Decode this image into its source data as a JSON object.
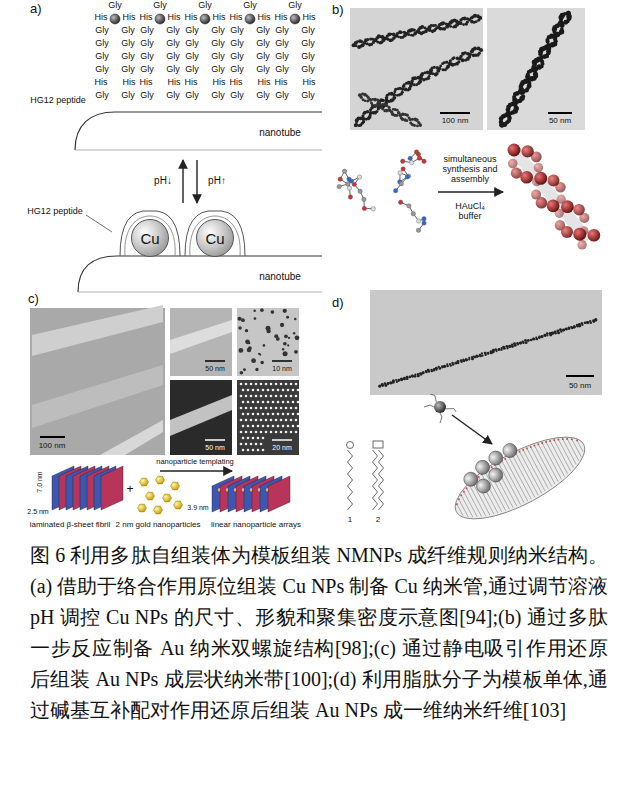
{
  "diagram": {
    "caption": "图 6 利用多肽自组装体为模板组装 NMNPs 成纤维规则纳米结构。(a) 借助于络合作用原位组装 Cu NPs 制备 Cu 纳米管,通过调节溶液 pH 调控 Cu NPs 的尺寸、形貌和聚集密度示意图[94];(b) 通过多肽一步反应制备 Au 纳米双螺旋结构[98];(c) 通过静电吸引作用还原后组装 Au NPs 成层状纳米带[100];(d) 利用脂肽分子为模板单体,通过碱基互补配对作用还原后组装 Au NPs 成一维纳米纤维[103]",
    "nodes": [
      {
        "text": [
          "Cu"
        ]
      },
      {
        "text": [
          "Cu"
        ]
      }
    ],
    "labels": [
      "a)",
      "Gly",
      "His",
      "His",
      "Gly",
      "Gly",
      "Gly",
      "Gly",
      "Gly",
      "Gly",
      "Gly",
      "Gly",
      "His",
      "His",
      "Gly",
      "Gly",
      "Gly",
      "His",
      "His",
      "Gly",
      "Gly",
      "Gly",
      "Gly",
      "Gly",
      "Gly",
      "Gly",
      "Gly",
      "His",
      "His",
      "Gly",
      "Gly",
      "Gly",
      "His",
      "His",
      "Gly",
      "Gly",
      "Gly",
      "Gly",
      "Gly",
      "Gly",
      "Gly",
      "Gly",
      "His",
      "His",
      "Gly",
      "Gly",
      "Gly",
      "His",
      "His",
      "Gly",
      "Gly",
      "Gly",
      "Gly",
      "Gly",
      "Gly",
      "Gly",
      "Gly",
      "His",
      "His",
      "Gly",
      "Gly",
      "Gly",
      "His",
      "His",
      "Gly",
      "Gly",
      "Gly",
      "Gly",
      "Gly",
      "Gly",
      "Gly",
      "Gly",
      "His",
      "His",
      "Gly",
      "Gly",
      "HG12 peptide",
      "nanotube",
      "pH↓",
      "pH↑",
      "HG12 peptide",
      "nanotube",
      "b)",
      "100 nm",
      "50 nm",
      "simultaneous synthesis and assembly",
      "HAuCl₄ buffer",
      "c)",
      "100 nm",
      "50 nm",
      "10 nm",
      "50 nm",
      "20 nm",
      "nanoparticle templating",
      "7.0 nm",
      "2.5 nm",
      "+",
      "3.9 nm",
      "laminated β-sheet fibril",
      "2 nm gold nanoparticles",
      "linear nanoparticle arrays",
      "d)",
      "50 nm",
      "1",
      "2"
    ]
  }
}
